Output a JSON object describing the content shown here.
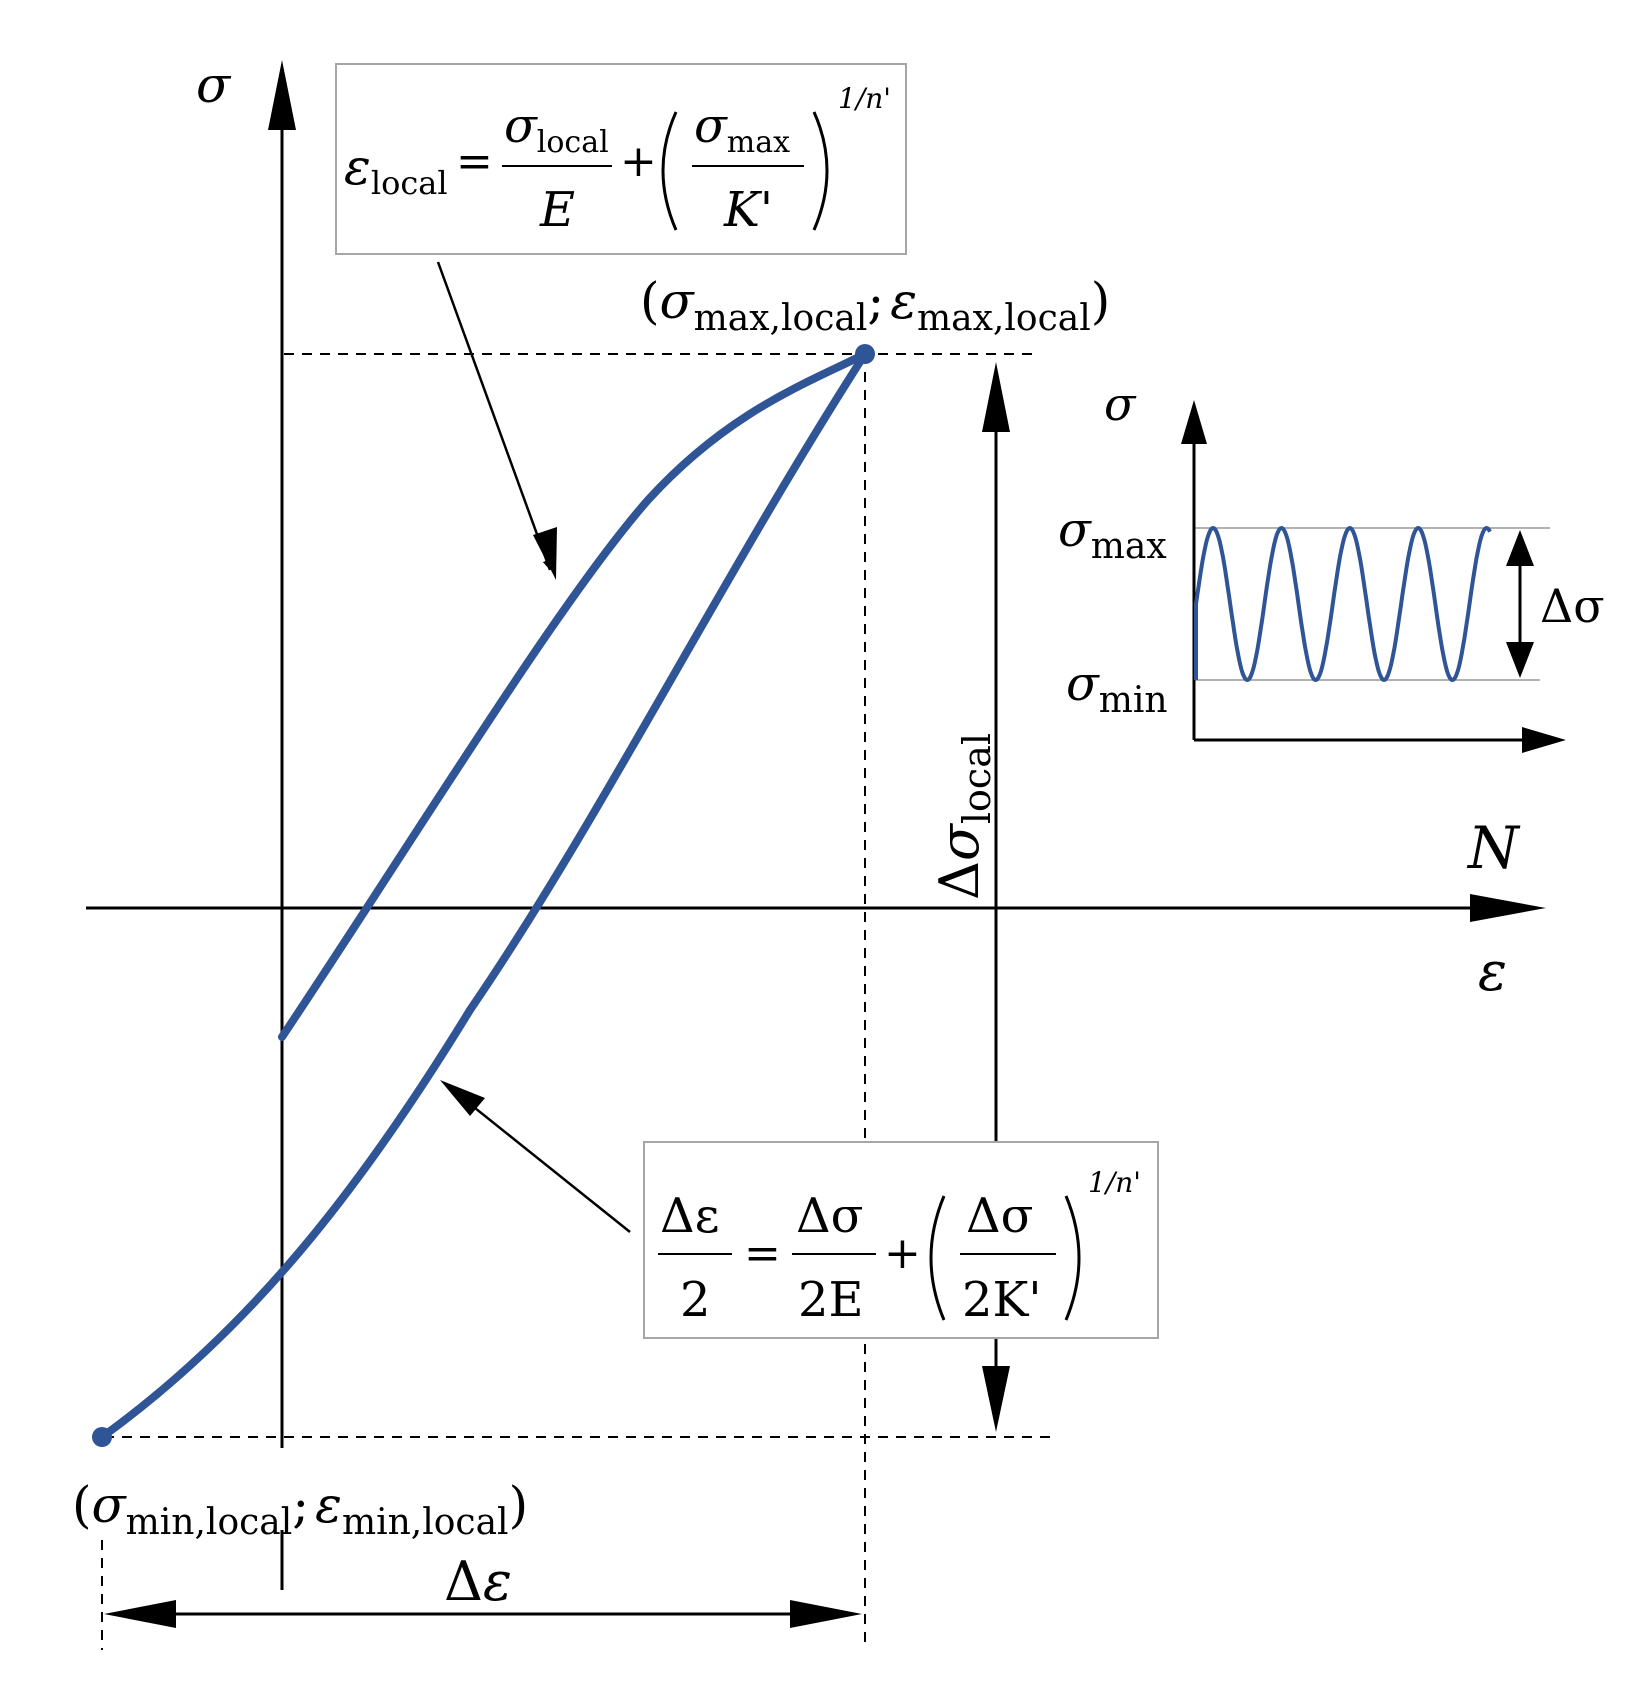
{
  "colors": {
    "curve": "#2f5597",
    "axis": "#000000",
    "box_border": "#a6a6a6",
    "inset_guides": "#999999"
  },
  "main_axes": {
    "y_label": "σ",
    "x_label_top": "N",
    "x_label_bottom": "ε"
  },
  "points": {
    "max": {
      "open": "(",
      "sigma": "σ",
      "sigma_sub": "max,local",
      "sep": ";",
      "eps": "ε",
      "eps_sub": "max,local",
      "close": ")"
    },
    "min": {
      "open": "(",
      "sigma": "σ",
      "sigma_sub": "min,local",
      "sep": ";",
      "eps": "ε",
      "eps_sub": "min,local",
      "close": ")"
    }
  },
  "dimensions": {
    "delta_sigma_local": {
      "delta": "Δ",
      "sigma": "σ",
      "sub": "local"
    },
    "delta_eps": {
      "delta": "Δ",
      "eps": "ε"
    }
  },
  "equation_top": {
    "lhs": "ε",
    "lhs_sub": "local",
    "eq": "=",
    "frac1_num": "σ",
    "frac1_num_sub": "local",
    "frac1_den": "E",
    "plus": "+",
    "frac2_num": "σ",
    "frac2_num_sub": "max",
    "frac2_den": "K'",
    "exponent": "1/n'"
  },
  "equation_bottom": {
    "lhs_num": "Δε",
    "lhs_den": "2",
    "eq": "=",
    "frac1_num": "Δσ",
    "frac1_den": "2E",
    "plus": "+",
    "frac2_num": "Δσ",
    "frac2_den": "2K'",
    "exponent": "1/n'"
  },
  "inset": {
    "y_label": "σ",
    "max_label": "σ",
    "max_sub": "max",
    "min_label": "σ",
    "min_sub": "min",
    "range_label": "Δσ"
  }
}
